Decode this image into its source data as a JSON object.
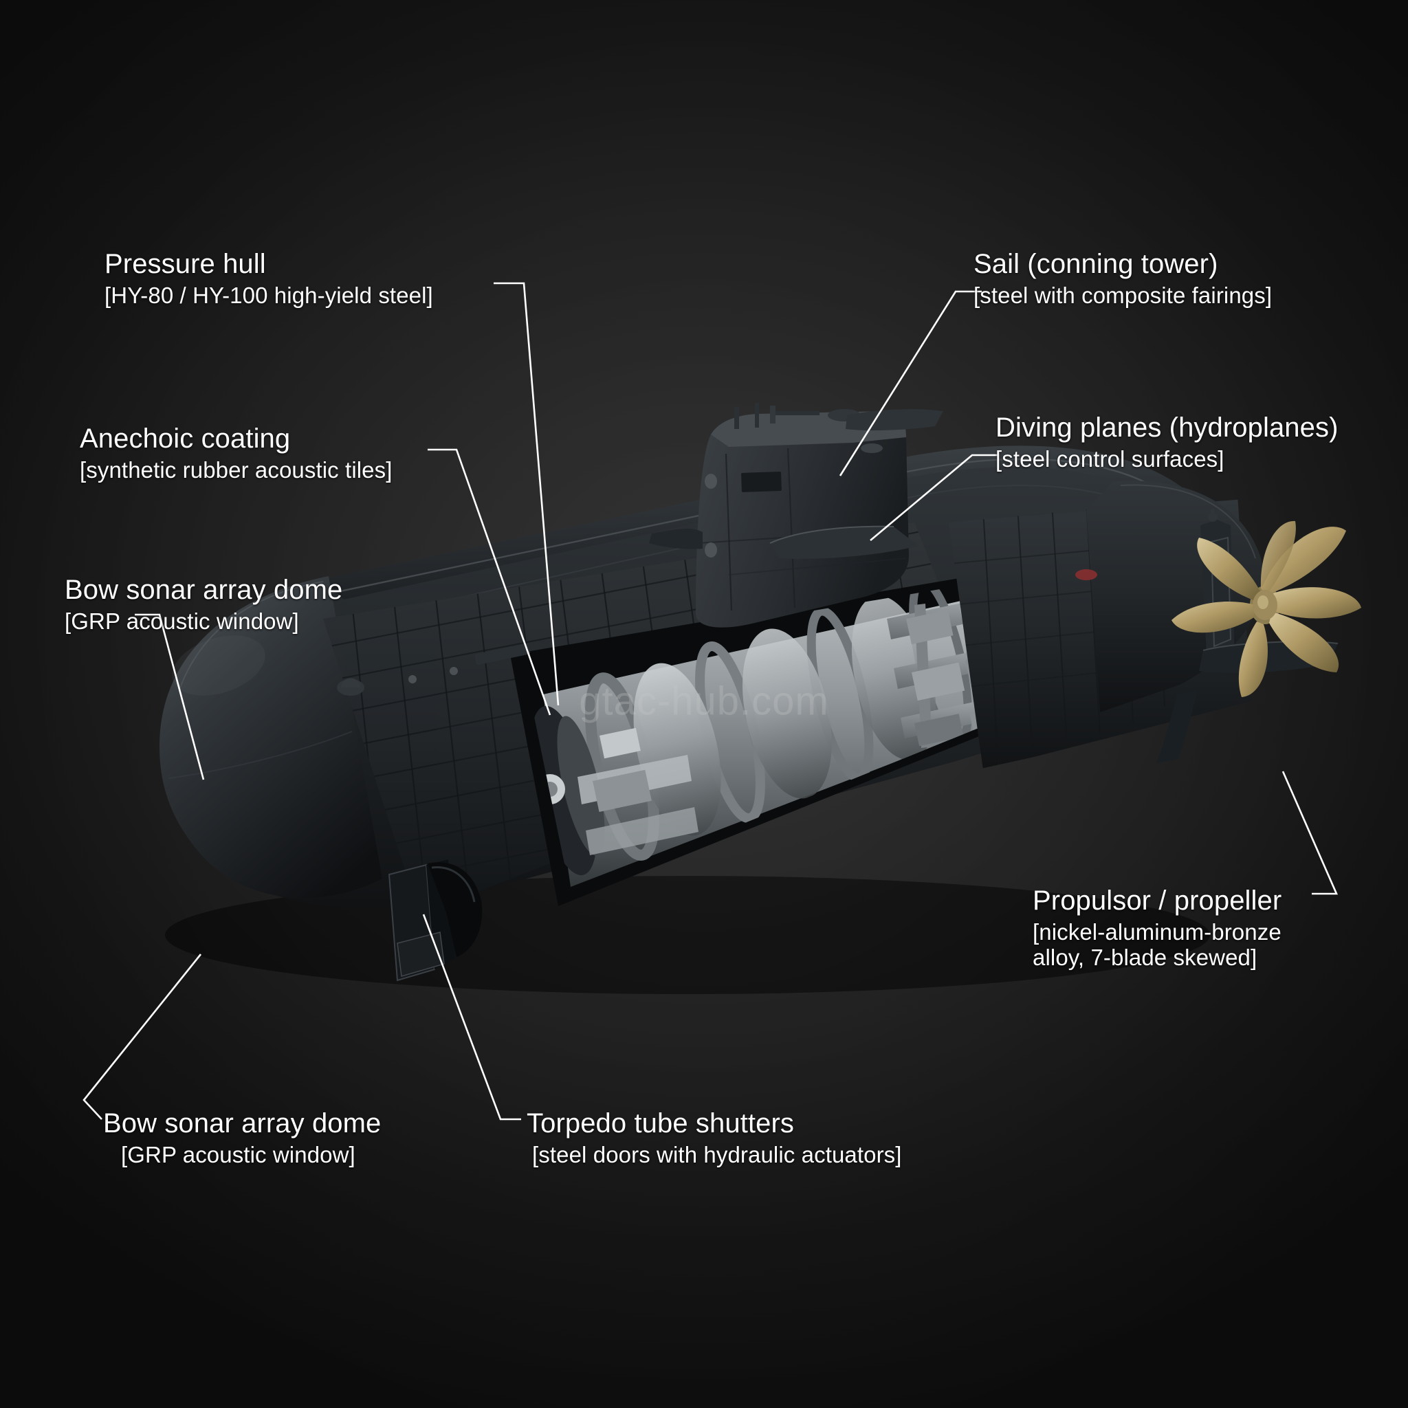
{
  "scene": {
    "subject": "submarine-cutaway-diagram",
    "background_color": "#232323",
    "background_edge_color": "#0c0c0c",
    "leader_line_color": "#ffffff",
    "label_color": "#ffffff",
    "watermark": "gtac-hub.com",
    "hull_color": "#2b2e31",
    "hull_dark": "#16181a",
    "tile_color": "#26292c",
    "interior_metal": "#9aa0a2",
    "propeller_color": "#b9a474"
  },
  "callouts": [
    {
      "id": "pressure-hull",
      "title": "Pressure hull",
      "spec": "[HY-80 / HY-100 high-yield steel]"
    },
    {
      "id": "anechoic-coating",
      "title": "Anechoic coating",
      "spec": "[synthetic rubber acoustic tiles]"
    },
    {
      "id": "bow-sonar-array-dome-upper",
      "title": "Bow sonar array dome",
      "spec": "[GRP acoustic window]"
    },
    {
      "id": "sail-conning-tower",
      "title": "Sail (conning tower)",
      "spec": "[steel with composite fairings]"
    },
    {
      "id": "diving-planes",
      "title": "Diving planes (hydroplanes)",
      "spec": "[steel control surfaces]"
    },
    {
      "id": "propulsor-propeller",
      "title": "Propulsor / propeller",
      "spec": "[nickel-aluminum-bronze alloy, 7-blade skewed]"
    },
    {
      "id": "bow-sonar-array-dome-lower",
      "title": "Bow sonar array dome",
      "spec": "[GRP acoustic window]"
    },
    {
      "id": "torpedo-tube-shutters",
      "title": "Torpedo tube shutters",
      "spec": "[steel doors with hydraulic actuators]"
    }
  ]
}
